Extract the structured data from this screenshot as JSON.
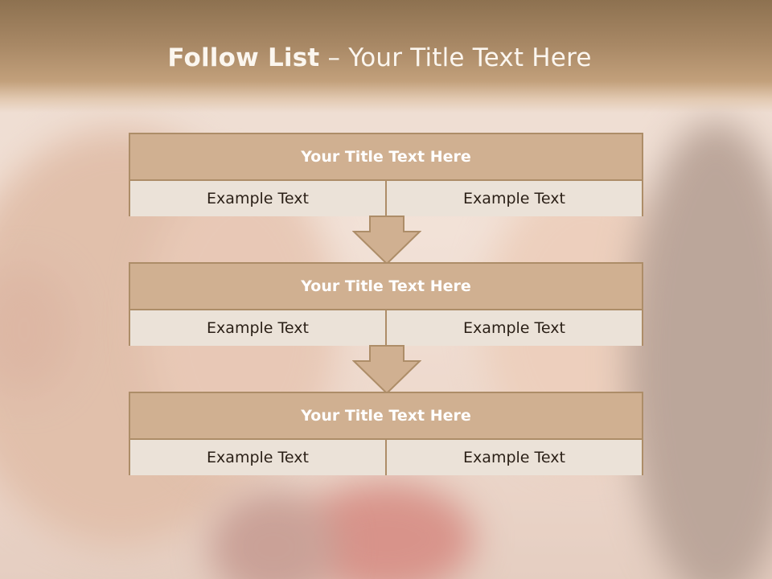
{
  "slide": {
    "title_bold": "Follow List",
    "title_rest": "  – Your Title Text Here"
  },
  "steps": [
    {
      "title": "Your Title Text Here",
      "left": "Example Text",
      "right": "Example Text"
    },
    {
      "title": "Your Title Text Here",
      "left": "Example Text",
      "right": "Example Text"
    },
    {
      "title": "Your Title Text Here",
      "left": "Example Text",
      "right": "Example Text"
    }
  ],
  "colors": {
    "header_brown": "#8d7150",
    "box_bar": "#d0b091",
    "box_border": "#ad8d68",
    "box_cell": "#ebe2d8"
  }
}
